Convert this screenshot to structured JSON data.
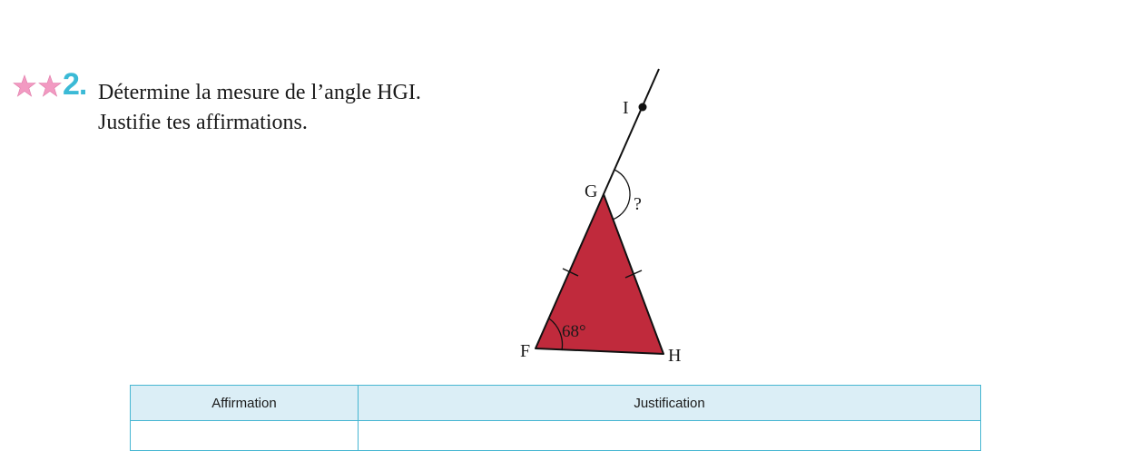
{
  "exercise": {
    "stars": 2,
    "star_color": "#f29ac2",
    "number": "2.",
    "number_color": "#3bbad6",
    "lines": [
      "Détermine la mesure de l’angle HGI.",
      "Justifie tes affirmations."
    ]
  },
  "figure": {
    "labels": {
      "I": "I",
      "G": "G",
      "F": "F",
      "H": "H",
      "unknown_angle": "?",
      "angle_F": "68°"
    },
    "triangle_fill": "#c02a3c"
  },
  "table": {
    "headers": [
      "Affirmation",
      "Justification"
    ],
    "header_bg": "#dbeef6",
    "border_color": "#46b6d2"
  }
}
